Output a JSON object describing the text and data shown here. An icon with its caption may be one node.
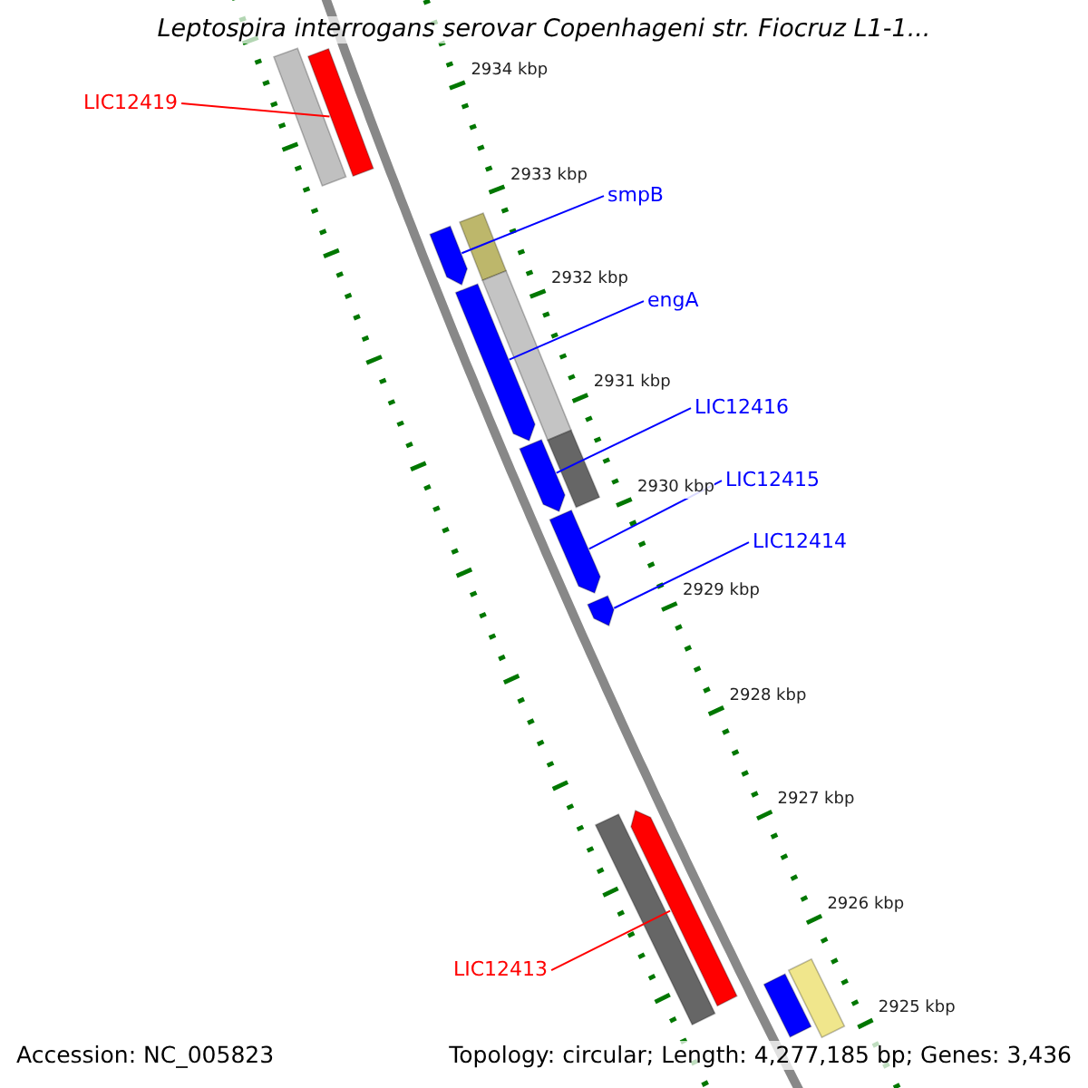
{
  "diagram": {
    "title": "Leptospira interrogans serovar Copenhageni str. Fiocruz L1-1...",
    "nodes": [
      {
        "text": [
          "LIC12419"
        ]
      },
      {
        "text": [],
        "shape": "bar"
      },
      {
        "text": [
          "smpB"
        ]
      },
      {
        "text": [],
        "shape": "bar"
      },
      {
        "text": [
          "engA"
        ]
      },
      {
        "text": [],
        "shape": "bar"
      },
      {
        "text": [
          "LIC12416"
        ]
      },
      {
        "text": [],
        "shape": "bar"
      },
      {
        "text": [
          "LIC12415"
        ]
      },
      {
        "text": [],
        "shape": "bar"
      },
      {
        "text": [
          "LIC12414"
        ]
      },
      {
        "text": [],
        "shape": "bar"
      },
      {
        "text": [
          "LIC12413"
        ]
      },
      {
        "text": [],
        "shape": "bar"
      },
      {
        "text": [],
        "shape": "bar"
      },
      {
        "text": [],
        "shape": "bar"
      },
      {
        "text": [],
        "shape": "bar"
      },
      {
        "text": [],
        "shape": "bar"
      },
      {
        "text": [],
        "shape": "bar"
      },
      {
        "text": [],
        "shape": "bar"
      },
      {
        "text": [],
        "shape": "bar"
      }
    ],
    "edges": [
      {
        "from": 0,
        "to": 1,
        "arrow": "none",
        "color": "#ff0000"
      },
      {
        "from": 2,
        "to": 3,
        "arrow": "none"
      },
      {
        "from": 4,
        "to": 5,
        "arrow": "none"
      },
      {
        "from": 6,
        "to": 7,
        "arrow": "none"
      },
      {
        "from": 8,
        "to": 9,
        "arrow": "none"
      },
      {
        "from": 10,
        "to": 11,
        "arrow": "none"
      },
      {
        "from": 12,
        "to": 13,
        "arrow": "none",
        "color": "#ff0000"
      }
    ],
    "labels": [
      "2934 kbp",
      "2933 kbp",
      "2932 kbp",
      "2931 kbp",
      "2930 kbp",
      "2929 kbp",
      "2928 kbp",
      "2927 kbp",
      "2926 kbp",
      "2925 kbp",
      "Accession: NC_005823",
      "Topology: circular; Length: 4,277,185 bp; Genes: 3,436"
    ]
  }
}
